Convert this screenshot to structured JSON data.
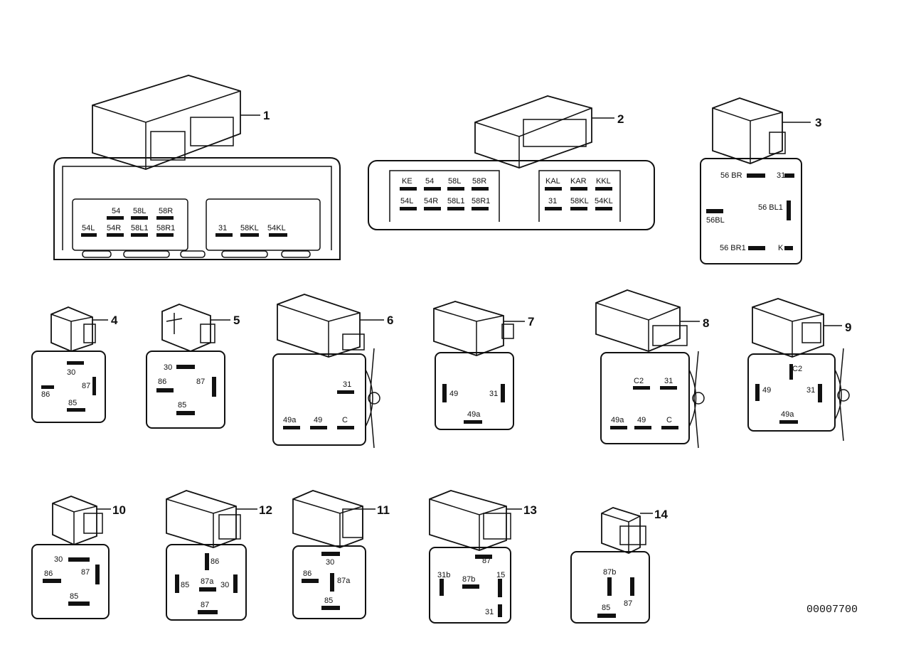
{
  "diagram_code": "00007700",
  "parts": [
    {
      "number": "1",
      "pins": [
        "54",
        "58L",
        "58R",
        "54L",
        "54R",
        "58L1",
        "58R1",
        "31",
        "58KL",
        "54KL"
      ]
    },
    {
      "number": "2",
      "pins": [
        "KE",
        "54",
        "58L",
        "58R",
        "54L",
        "54R",
        "58L1",
        "58R1",
        "KAL",
        "KAR",
        "KKL",
        "31",
        "58KL",
        "54KL"
      ]
    },
    {
      "number": "3",
      "pins": [
        "56 BR",
        "31",
        "56 BL1",
        "56BL",
        "56 BR1",
        "K"
      ]
    },
    {
      "number": "4",
      "pins": [
        "30",
        "86",
        "87",
        "85"
      ]
    },
    {
      "number": "5",
      "pins": [
        "30",
        "86",
        "87",
        "85"
      ]
    },
    {
      "number": "6",
      "pins": [
        "31",
        "49a",
        "49",
        "C"
      ]
    },
    {
      "number": "7",
      "pins": [
        "49",
        "31",
        "49a"
      ]
    },
    {
      "number": "8",
      "pins": [
        "C2",
        "31",
        "49a",
        "49",
        "C"
      ]
    },
    {
      "number": "9",
      "pins": [
        "C2",
        "49",
        "31",
        "49a"
      ]
    },
    {
      "number": "10",
      "pins": [
        "30",
        "86",
        "87",
        "85"
      ]
    },
    {
      "number": "12",
      "pins": [
        "86",
        "85",
        "87a",
        "30",
        "87"
      ]
    },
    {
      "number": "11",
      "pins": [
        "30",
        "86",
        "87a",
        "85"
      ]
    },
    {
      "number": "13",
      "pins": [
        "87",
        "31b",
        "87b",
        "15",
        "31"
      ]
    },
    {
      "number": "14",
      "pins": [
        "87b",
        "87",
        "85"
      ]
    }
  ]
}
